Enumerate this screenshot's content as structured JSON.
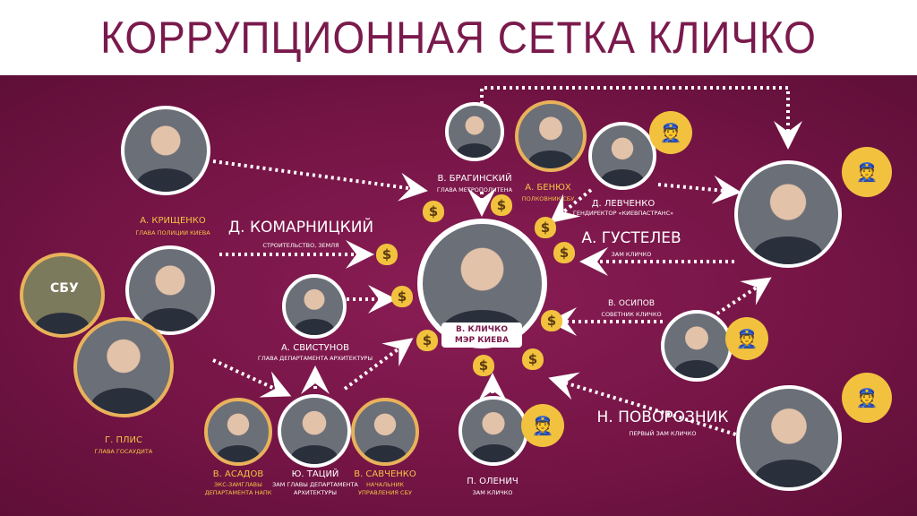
{
  "title": "КОРРУПЦИОННАЯ СЕТКА КЛИЧКО",
  "center": {
    "name": "В. КЛИЧКО",
    "role": "МЭР КИЕВА"
  },
  "people": [
    {
      "id": "krishchenko",
      "name": "А. КРИЩЕНКО",
      "role": "ГЛАВА ПОЛИЦИИ КИЕВА"
    },
    {
      "id": "komarnitsky",
      "name": "Д. КОМАРНИЦКИЙ",
      "role": "СТРОИТЕЛЬСТВО, ЗЕМЛЯ"
    },
    {
      "id": "plis",
      "name": "Г. ПЛИС",
      "role": "ГЛАВА ГОСАУДИТА"
    },
    {
      "id": "svistunov",
      "name": "А. СВИСТУНОВ",
      "role": "ГЛАВА ДЕПАРТАМЕНТА АРХИТЕКТУРЫ"
    },
    {
      "id": "asadov",
      "name": "В. АСАДОВ",
      "role": "ЭКС-ЗАМГЛАВЫ",
      "role2": "ДЕПАРТАМЕНТА НАПК"
    },
    {
      "id": "tatsiy",
      "name": "Ю. ТАЦИЙ",
      "role": "ЗАМ ГЛАВЫ ДЕПАРТАМЕНТА",
      "role2": "АРХИТЕКТУРЫ"
    },
    {
      "id": "savchenko",
      "name": "В. САВЧЕНКО",
      "role": "НАЧАЛЬНИК",
      "role2": "УПРАВЛЕНИЯ СБУ"
    },
    {
      "id": "braginsky",
      "name": "В. БРАГИНСКИЙ",
      "role": "ГЛАВА МЕТРОПОЛИТЕНА"
    },
    {
      "id": "benyukh",
      "name": "А. БЕНЮХ",
      "role": "ПОЛКОВНИК СБУ"
    },
    {
      "id": "levchenko",
      "name": "Д. ЛЕВЧЕНКО",
      "role": "ГЕНДИРЕКТОР «КИЕВПАСТРАНС»"
    },
    {
      "id": "gustelev",
      "name": "А. ГУСТЕЛЕВ",
      "role": "ЗАМ КЛИЧКО"
    },
    {
      "id": "osipov",
      "name": "В. ОСИПОВ",
      "role": "СОВЕТНИК КЛИЧКО"
    },
    {
      "id": "povoroznik",
      "name": "Н. ПОВОРОЗНИК",
      "role": "ПЕРВЫЙ ЗАМ КЛИЧКО"
    },
    {
      "id": "olenich",
      "name": "П. ОЛЕНИЧ",
      "role": "ЗАМ КЛИЧКО"
    }
  ],
  "badge_text": "СБУ",
  "icons": {
    "money": "money-bag-icon",
    "police": "police-officer-icon"
  },
  "colors": {
    "bg": "#7a1548",
    "gold": "#f2c23e",
    "title": "#7a1a4c"
  }
}
